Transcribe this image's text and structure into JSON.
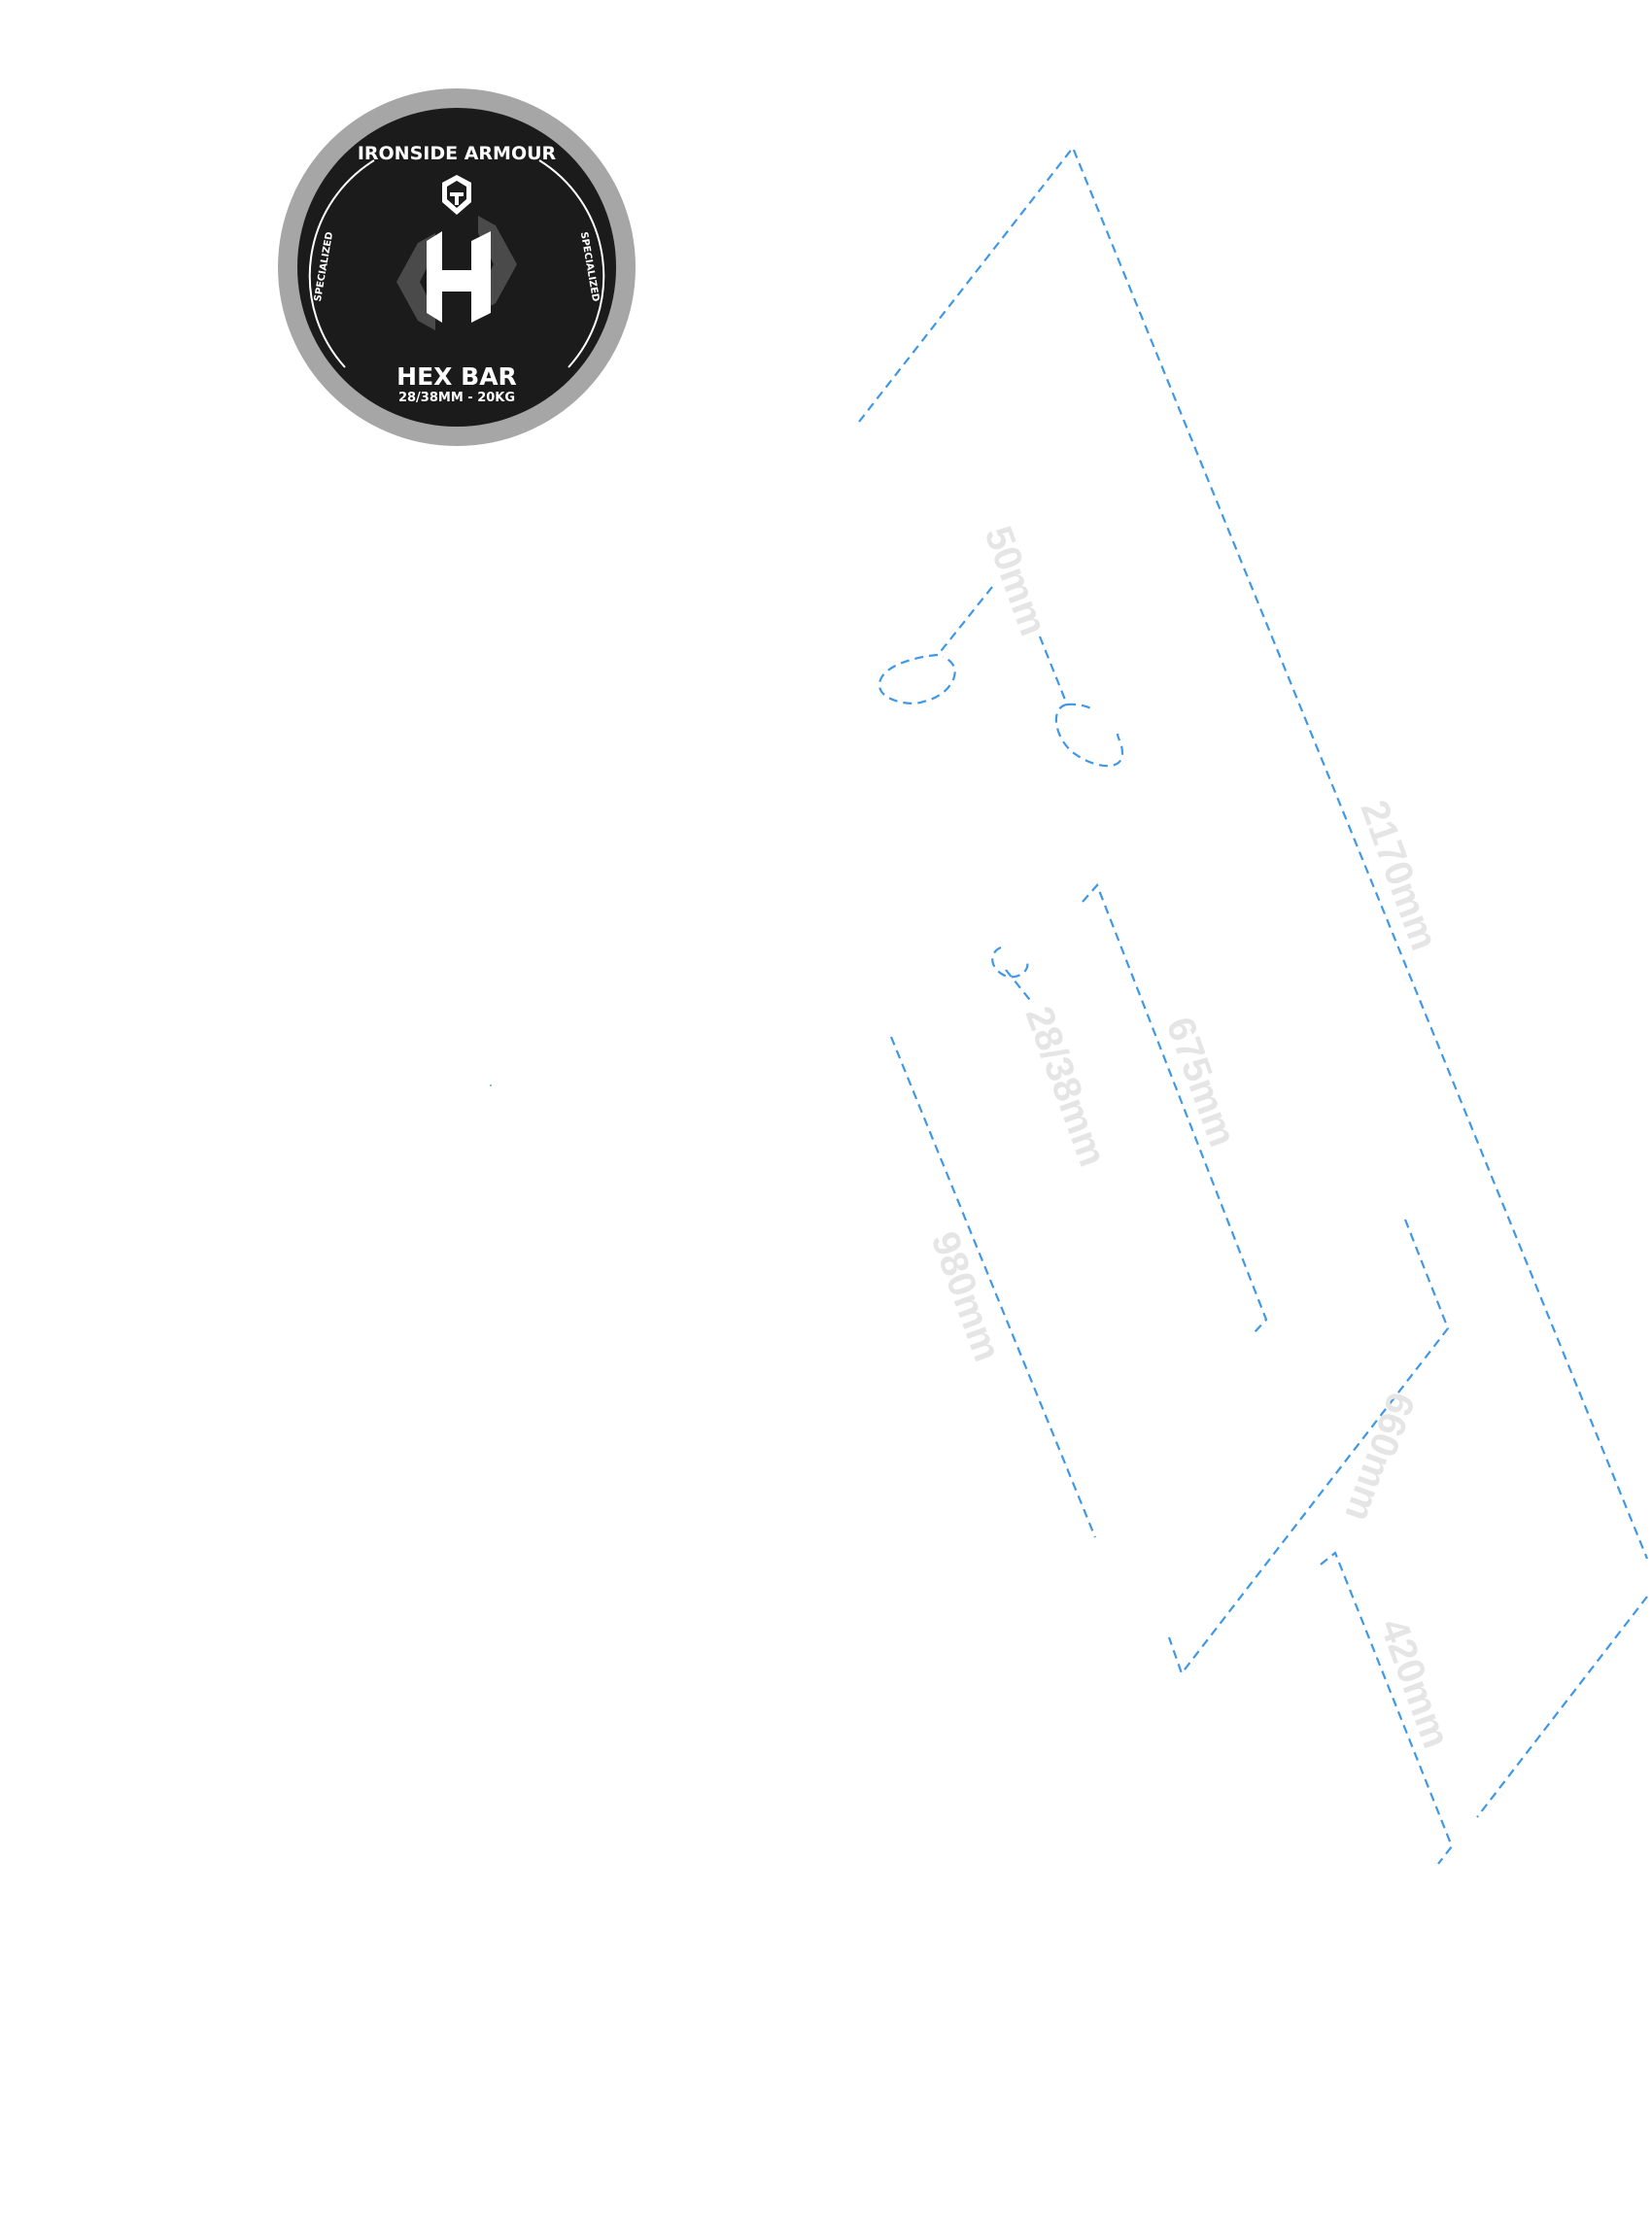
{
  "badge": {
    "brand": "IRONSIDE ARMOUR",
    "side_label_left": "SPECIALIZED",
    "side_label_right": "SPECIALIZED",
    "product_name": "HEX BAR",
    "spec": "28/38MM - 20KG",
    "logo_letter": "H",
    "colors": {
      "rim": "#a6a6a6",
      "face": "#1b1b1b",
      "hex_dark": "#4a4a4a",
      "text": "#ffffff"
    }
  },
  "dimensions": {
    "overall_length": "2170mm",
    "collar_50": "50mm",
    "handle_length": "675mm",
    "grip_diameter": "28/38mm",
    "inner_length": "980mm",
    "width_660": "660mm",
    "sleeve_length": "420mm",
    "line_color": "#3f98e6",
    "label_color": "#e5e5e5"
  }
}
